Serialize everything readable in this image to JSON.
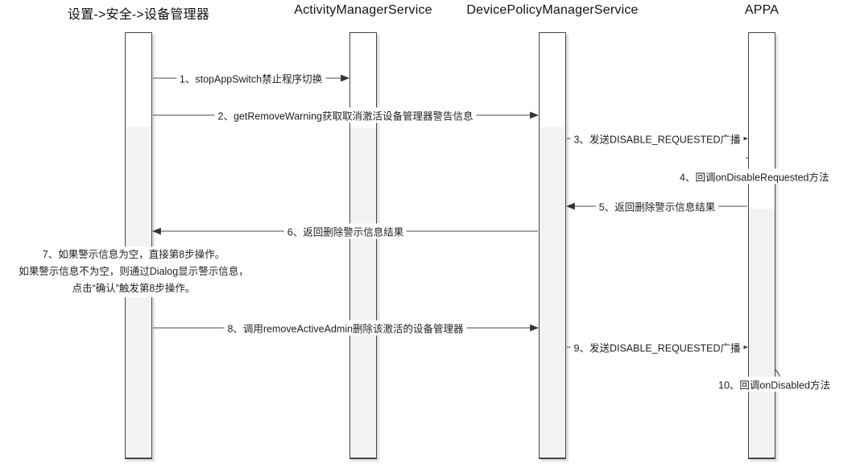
{
  "diagram": {
    "participants": [
      {
        "label": "设置->安全->设备管理器"
      },
      {
        "label": "ActivityManagerService"
      },
      {
        "label": "DevicePolicyManagerService"
      },
      {
        "label": "APPA"
      }
    ],
    "messages": [
      {
        "label": "1、stopAppSwitch禁止程序切换",
        "from": 0,
        "to": 1,
        "kind": "call"
      },
      {
        "label": "2、getRemoveWarning获取取消激活设备管理器警告信息",
        "from": 0,
        "to": 2,
        "kind": "call"
      },
      {
        "label": "3、发送DISABLE_REQUESTED广播",
        "from": 2,
        "to": 3,
        "kind": "call"
      },
      {
        "label": "4、回调onDisableRequested方法",
        "from": 3,
        "to": 3,
        "kind": "self-callback"
      },
      {
        "label": "5、返回删除警示信息结果",
        "from": 3,
        "to": 2,
        "kind": "return"
      },
      {
        "label": "6、返回删除警示信息结果",
        "from": 2,
        "to": 0,
        "kind": "return"
      },
      {
        "label_lines": [
          "7、如果警示信息为空，直接第8步操作。",
          "如果警示信息不为空，则通过Dialog显示警示信息，",
          "点击“确认”触发第8步操作。"
        ],
        "from": 0,
        "to": 0,
        "kind": "self-note"
      },
      {
        "label": "8、调用removeActiveAdmin删除该激活的设备管理器",
        "from": 0,
        "to": 2,
        "kind": "call"
      },
      {
        "label": "9、发送DISABLE_REQUESTED广播",
        "from": 2,
        "to": 3,
        "kind": "call"
      },
      {
        "label": "10、回调onDisabled方法",
        "from": 3,
        "to": 3,
        "kind": "self-callback"
      }
    ],
    "colors": {
      "background": "#ffffff",
      "line": "#4a4a4a",
      "text": "#1f1f1f",
      "bar_fill": "#ffffff",
      "bar_active_fill": "#f2f2f2",
      "bar_border": "#454545"
    }
  }
}
